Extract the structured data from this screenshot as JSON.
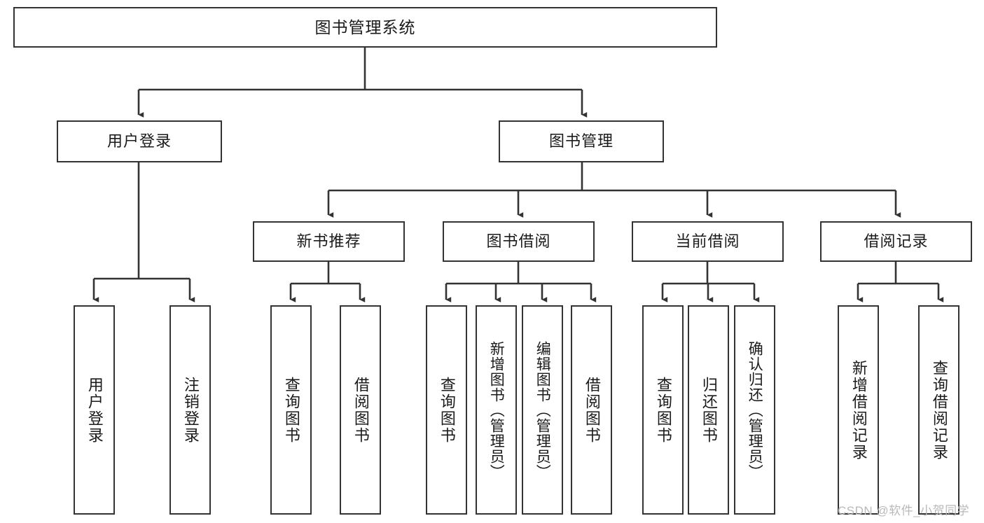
{
  "diagram": {
    "title": "图书管理系统",
    "watermark": "CSDN @软件_小贺同学",
    "colors": {
      "box_border": "#333333",
      "box_fill": "#ffffff",
      "edge": "#333333",
      "text": "#1a1a1a",
      "watermark": "#b9b9b9",
      "background": "#ffffff"
    },
    "root": {
      "label": "图书管理系统"
    },
    "level2": [
      {
        "id": "user-login",
        "label": "用户登录"
      },
      {
        "id": "book-management",
        "label": "图书管理"
      }
    ],
    "level3": [
      {
        "id": "new-book-recommend",
        "label": "新书推荐"
      },
      {
        "id": "book-borrow",
        "label": "图书借阅"
      },
      {
        "id": "current-borrow",
        "label": "当前借阅"
      },
      {
        "id": "borrow-record",
        "label": "借阅记录"
      }
    ],
    "leaves": {
      "user_login": [
        {
          "id": "leaf-user-login",
          "label": "用户登录"
        },
        {
          "id": "leaf-logout-login",
          "label": "注销登录"
        }
      ],
      "new_book_recommend": [
        {
          "id": "leaf-query-book-1",
          "label": "查询图书"
        },
        {
          "id": "leaf-borrow-book-1",
          "label": "借阅图书"
        }
      ],
      "book_borrow": [
        {
          "id": "leaf-query-book-2",
          "label": "查询图书"
        },
        {
          "id": "leaf-add-book",
          "label": "新增图书（管理员）"
        },
        {
          "id": "leaf-edit-book",
          "label": "编辑图书（管理员）"
        },
        {
          "id": "leaf-borrow-book-2",
          "label": "借阅图书"
        }
      ],
      "current_borrow": [
        {
          "id": "leaf-query-book-3",
          "label": "查询图书"
        },
        {
          "id": "leaf-return-book",
          "label": "归还图书"
        },
        {
          "id": "leaf-confirm-return",
          "label": "确认归还（管理员）"
        }
      ],
      "borrow_record": [
        {
          "id": "leaf-add-record",
          "label": "新增借阅记录"
        },
        {
          "id": "leaf-query-record",
          "label": "查询借阅记录"
        }
      ]
    }
  }
}
